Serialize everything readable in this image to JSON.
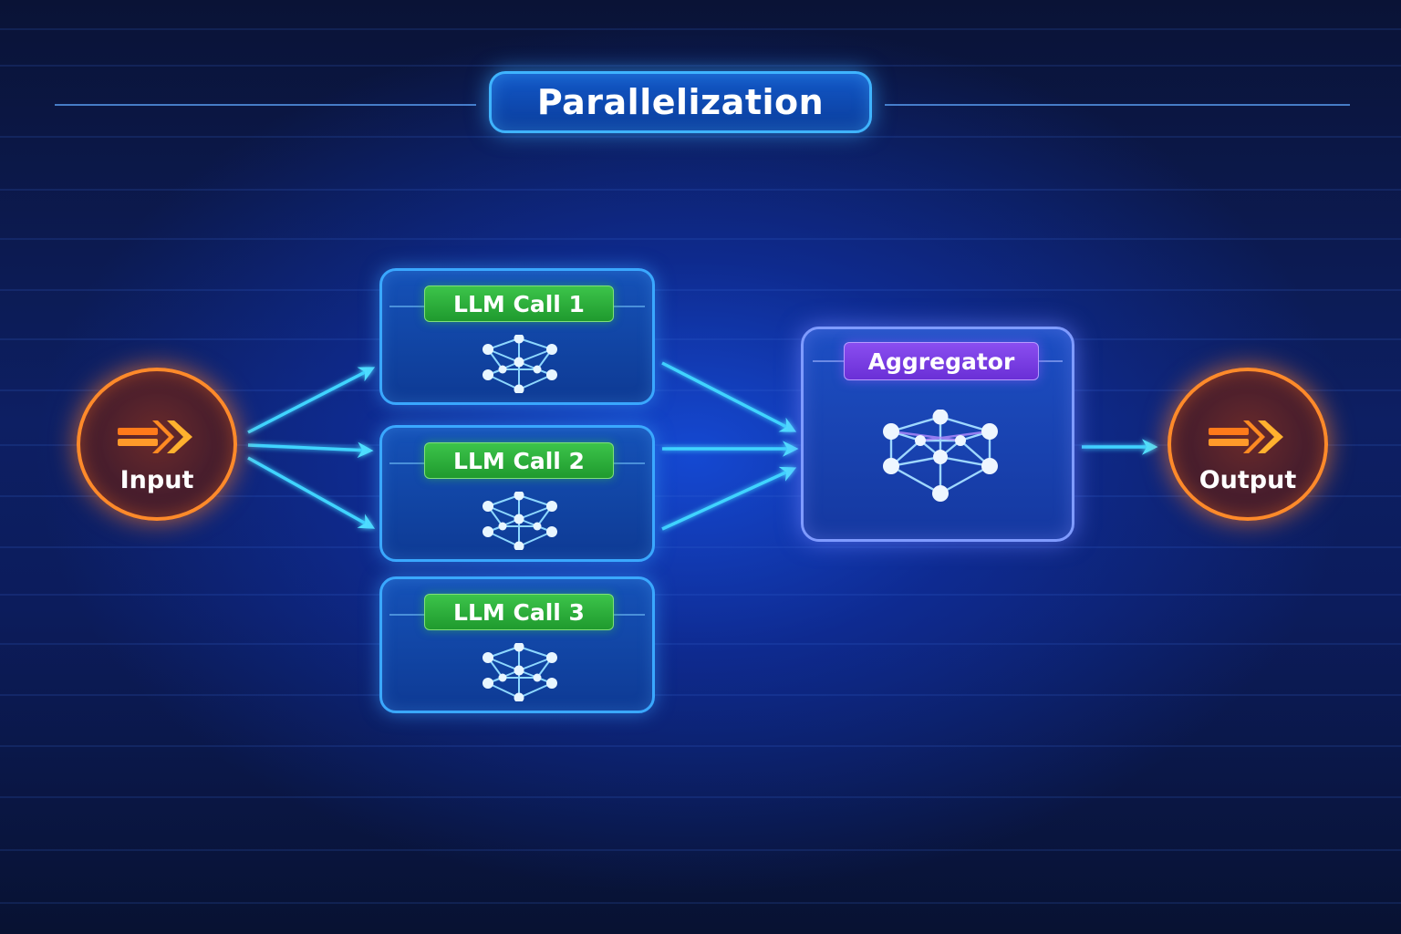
{
  "title": "Parallelization",
  "input": {
    "label": "Input",
    "icon": "double-arrow-right-icon"
  },
  "llm_calls": [
    {
      "label": "LLM Call 1",
      "icon": "neural-network-icon"
    },
    {
      "label": "LLM Call 2",
      "icon": "neural-network-icon"
    },
    {
      "label": "LLM Call 3",
      "icon": "neural-network-icon"
    }
  ],
  "aggregator": {
    "label": "Aggregator",
    "icon": "neural-network-icon"
  },
  "output": {
    "label": "Output",
    "icon": "double-arrow-right-icon"
  },
  "colors": {
    "background": "#0d1f63",
    "accent_cyan": "#3fd4ff",
    "node_orange": "#ff8a2a",
    "llm_green": "#2fb23c",
    "aggregator_purple": "#7a3ee6",
    "box_border": "#3aa8ff"
  }
}
